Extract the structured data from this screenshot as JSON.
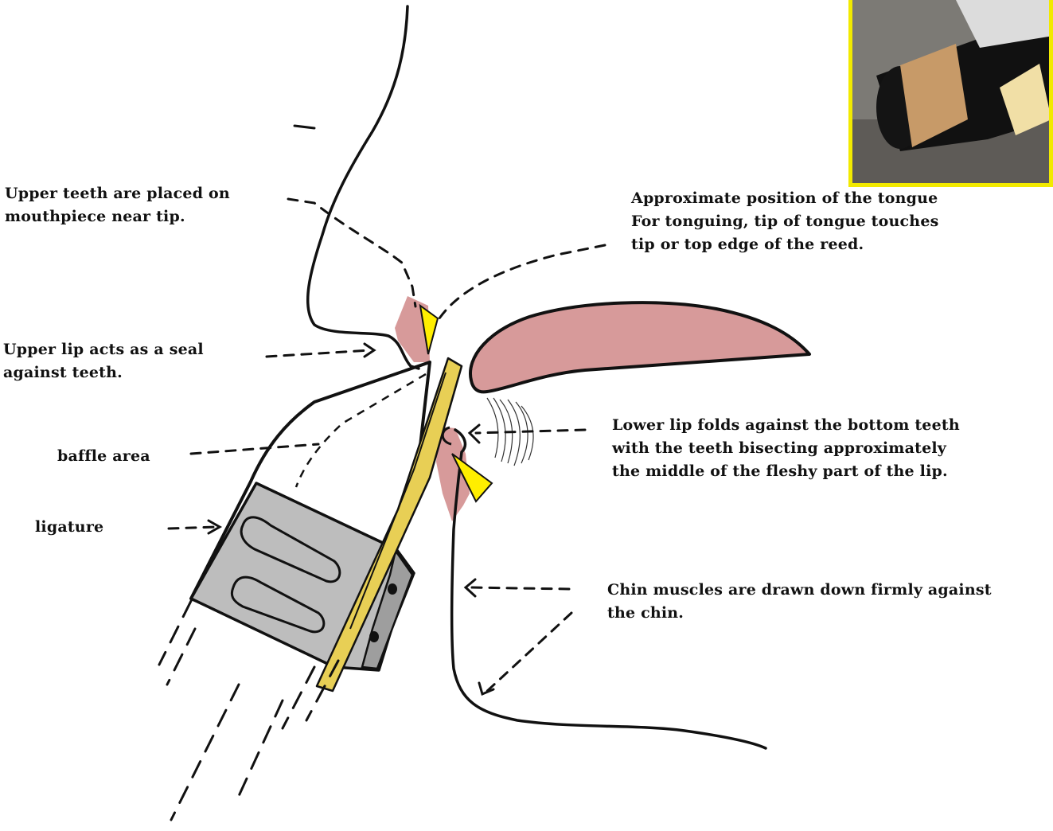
{
  "labels": {
    "upper_teeth": "Upper teeth are placed on\nmouthpiece near tip.",
    "upper_lip": "Upper lip acts as a seal\nagainst teeth.",
    "baffle": "baffle area",
    "ligature": "ligature",
    "tongue": "Approximate position of the tongue\nFor tonguing, tip of tongue touches\ntip or top edge of the reed.",
    "lower_lip": "Lower lip folds against the bottom teeth\nwith the teeth bisecting approximately\nthe middle of the fleshy part of the lip.",
    "chin": "Chin muscles are drawn down firmly against\nthe chin."
  },
  "colors": {
    "ink": "#111111",
    "lip_tissue": "#d79a9a",
    "mouthpiece_grey": "#bdbdbd",
    "reed_yellow": "#e8cf55",
    "marker_yellow": "#ffee00",
    "photo_border": "#f2ea00",
    "cork": "#c79a68"
  },
  "icons": {
    "upper_marker": "yellow-triangle-marker",
    "lower_marker": "yellow-triangle-marker"
  }
}
